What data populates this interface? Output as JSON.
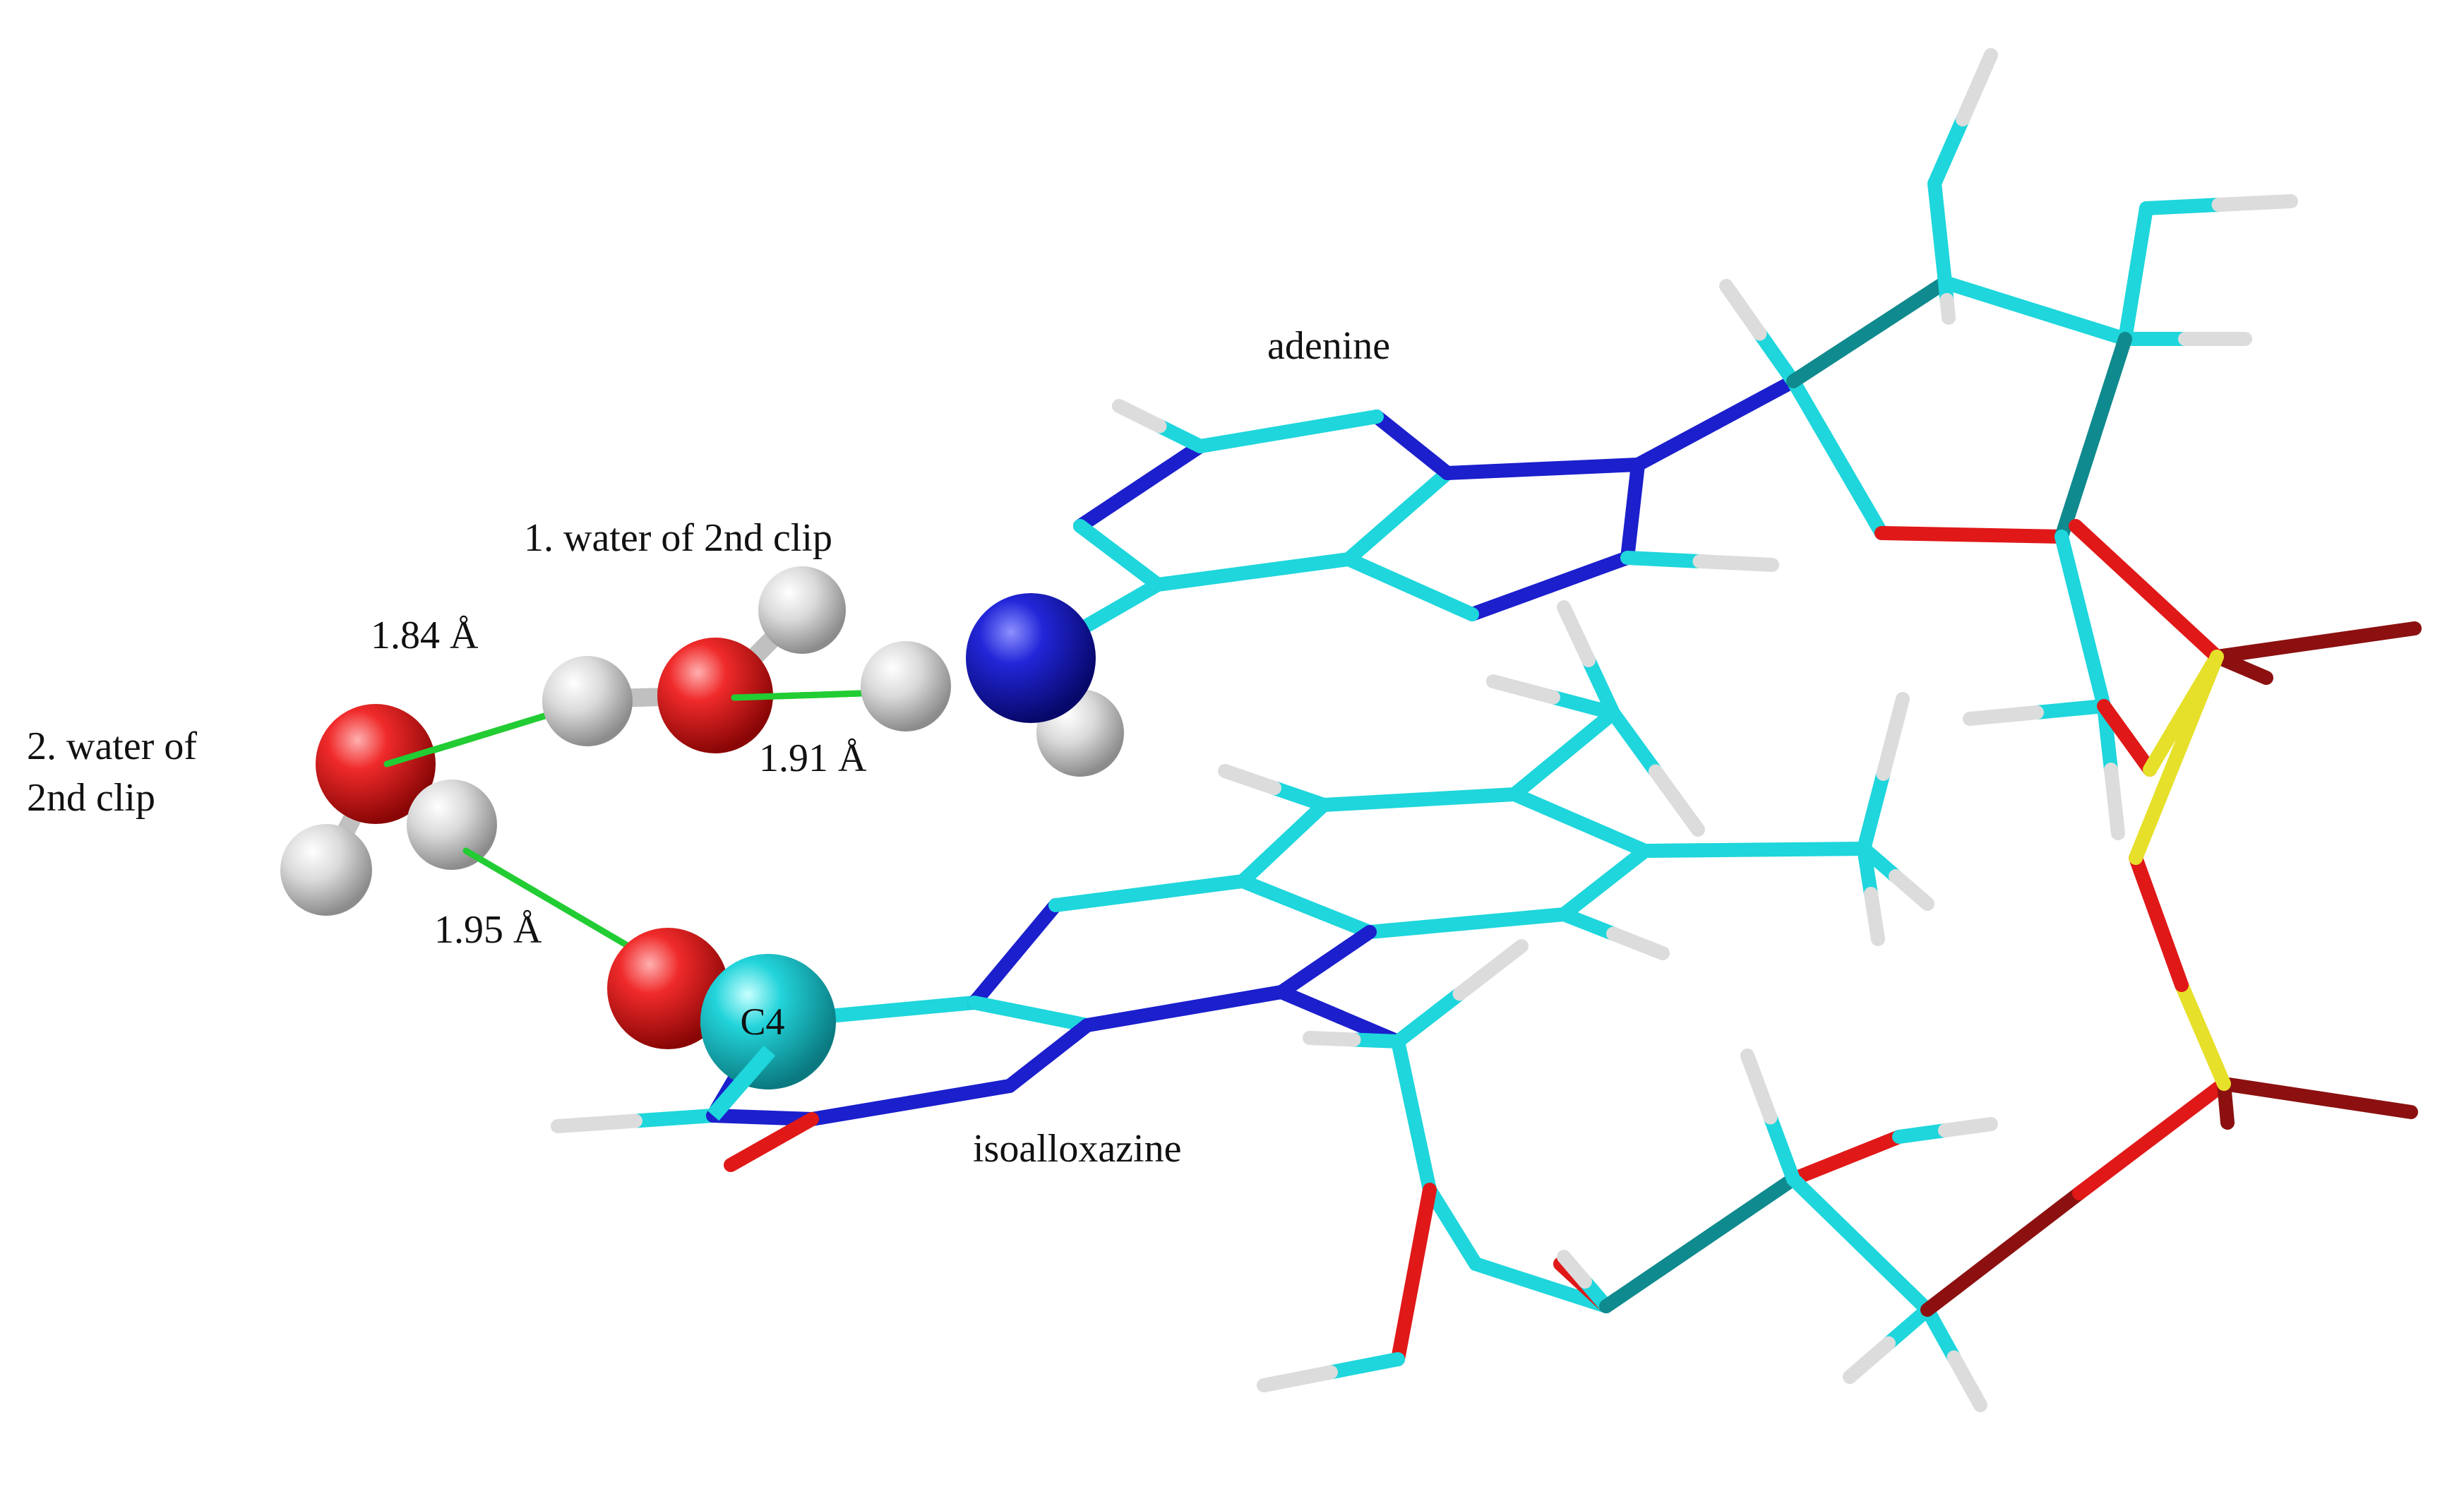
{
  "labels": {
    "adenine": "adenine",
    "water1": "1. water of 2nd clip",
    "water2_line1": "2. water of",
    "water2_line2": "2nd clip",
    "isoalloxazine": "isoalloxazine",
    "c4": "C4"
  },
  "distances": {
    "d1": "1.84 Å",
    "d2": "1.91 Å",
    "d3": "1.95 Å"
  },
  "colors": {
    "carbon": "#1ed6dc",
    "carbon_dark": "#0f8a8e",
    "nitrogen": "#1b1fcc",
    "oxygen": "#e01818",
    "oxygen_dark": "#8c1010",
    "hydrogen": "#dcdcdc",
    "phosphorus": "#e6e02a",
    "hbond": "#22cc33",
    "background": "#ffffff"
  }
}
